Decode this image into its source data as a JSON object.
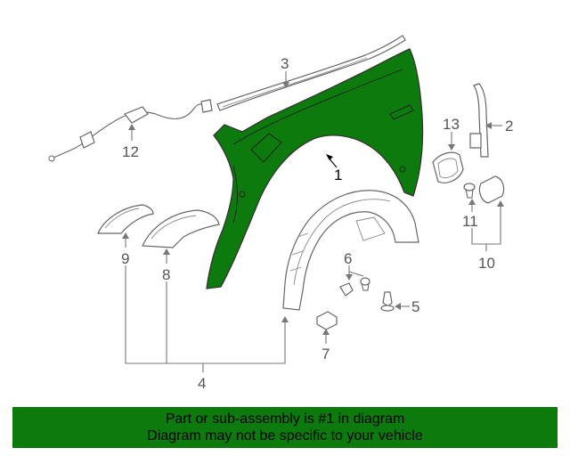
{
  "diagram": {
    "highlight_color": "#0c7a0c",
    "callouts": {
      "c1": "1",
      "c2": "2",
      "c3": "3",
      "c4": "4",
      "c5": "5",
      "c6": "6",
      "c7": "7",
      "c8": "8",
      "c9": "9",
      "c10": "10",
      "c11": "11",
      "c12": "12",
      "c13": "13"
    }
  },
  "banner": {
    "line1": "Part or sub-assembly is #1 in diagram",
    "line2": "Diagram may not be specific to your vehicle",
    "background": "#0c7a0c"
  }
}
